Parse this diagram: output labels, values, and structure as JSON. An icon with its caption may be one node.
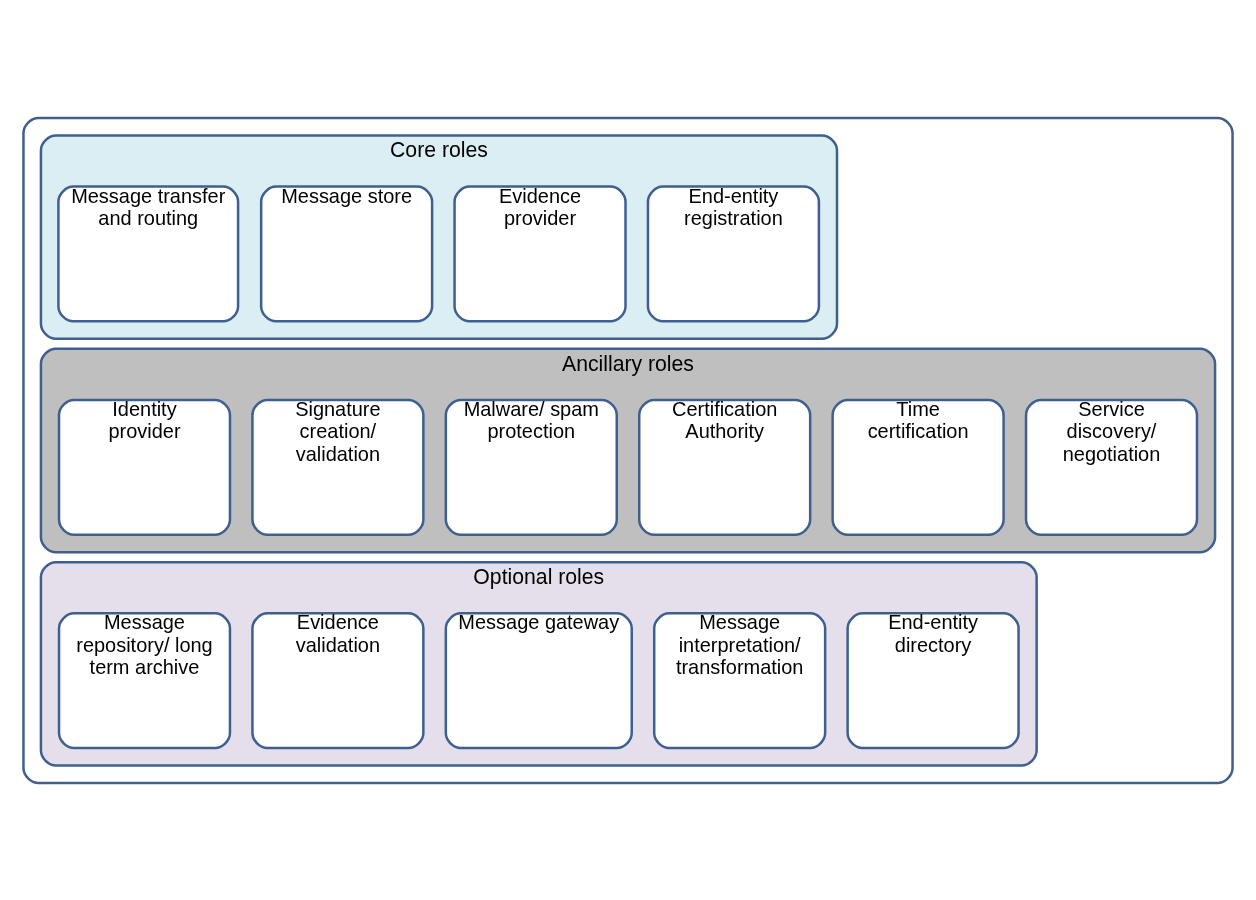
{
  "diagram": {
    "nodes": [
      {
        "text": [],
        "shape": "box"
      },
      {
        "text": [
          "Core roles"
        ],
        "in": 0
      },
      {
        "text": [
          "Message transfer and routing"
        ],
        "in": 1
      },
      {
        "text": [
          "Message store"
        ],
        "in": 1
      },
      {
        "text": [
          "Evidence provider"
        ],
        "in": 1
      },
      {
        "text": [
          "End-entity registration"
        ],
        "in": 1
      },
      {
        "text": [
          "Ancillary roles"
        ],
        "in": 0
      },
      {
        "text": [
          "Identity provider"
        ],
        "in": 6
      },
      {
        "text": [
          "Signature creation/ validation"
        ],
        "in": 6
      },
      {
        "text": [
          "Malware/ spam protection"
        ],
        "in": 6
      },
      {
        "text": [
          "Certification Authority"
        ],
        "in": 6
      },
      {
        "text": [
          "Time certification"
        ],
        "in": 6
      },
      {
        "text": [
          "Service discovery/ negotiation"
        ],
        "in": 6
      },
      {
        "text": [
          "Optional roles"
        ],
        "in": 0
      },
      {
        "text": [
          "Message repository/ long term archive"
        ],
        "in": 13
      },
      {
        "text": [
          "Evidence validation"
        ],
        "in": 13
      },
      {
        "text": [
          "Message gateway"
        ],
        "in": 13
      },
      {
        "text": [
          "Message interpretation/ transformation"
        ],
        "in": 13
      },
      {
        "text": [
          "End-entity directory"
        ],
        "in": 13
      }
    ],
    "edges": []
  }
}
